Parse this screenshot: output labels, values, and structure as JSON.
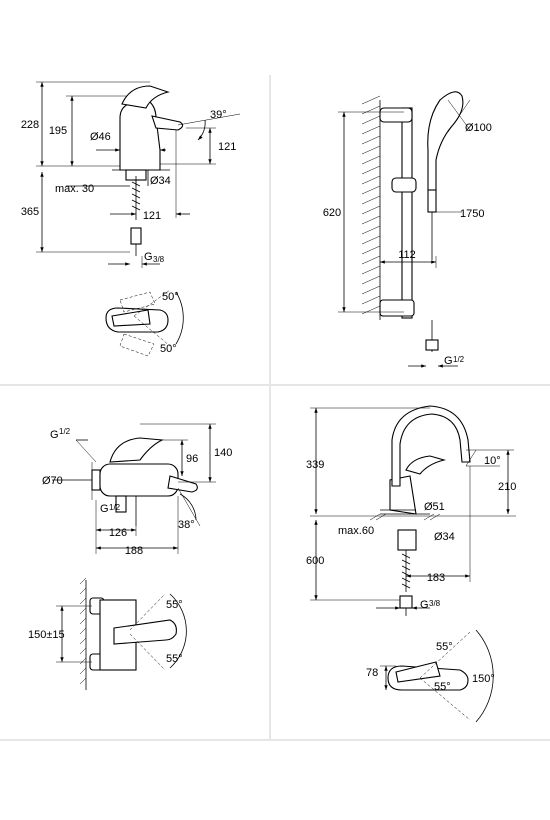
{
  "colors": {
    "page": "#ffffff",
    "line": "#000000",
    "frame": "#e6e6e6"
  },
  "basin_mixer": {
    "dim_228": "228",
    "dim_195": "195",
    "diameter_46": "Ø46",
    "angle_39": "39°",
    "dim_121_height": "121",
    "max_30": "max. 30",
    "diameter_34": "Ø34",
    "dim_365": "365",
    "dim_121_reach": "121",
    "thread_g": "G",
    "thread_3_8": "3/8",
    "angle_50_top": "50°",
    "angle_50_bottom": "50°"
  },
  "shower_rail": {
    "diameter_100": "Ø100",
    "dim_620": "620",
    "dim_1750": "1750",
    "dim_112": "112",
    "thread_g": "G",
    "thread_1_2": "1/2"
  },
  "bath_mixer": {
    "thread_g": "G",
    "thread_1_2_top": "1/2",
    "dim_140": "140",
    "dim_96": "96",
    "diameter_70": "Ø70",
    "thread_1_2_bottom": "1/2",
    "dim_126": "126",
    "angle_38": "38°",
    "dim_188": "188",
    "dim_150": "150±15",
    "angle_55_top": "55°",
    "angle_55_bottom": "55°"
  },
  "sink_mixer": {
    "dim_339": "339",
    "angle_10": "10°",
    "dim_210": "210",
    "diameter_51": "Ø51",
    "max_60": "max.60",
    "diameter_34": "Ø34",
    "dim_600": "600",
    "dim_183": "183",
    "thread_g": "G",
    "thread_3_8": "3/8",
    "angle_55_top": "55°",
    "dim_78": "78",
    "angle_55_bottom": "55°",
    "angle_150": "150°"
  }
}
